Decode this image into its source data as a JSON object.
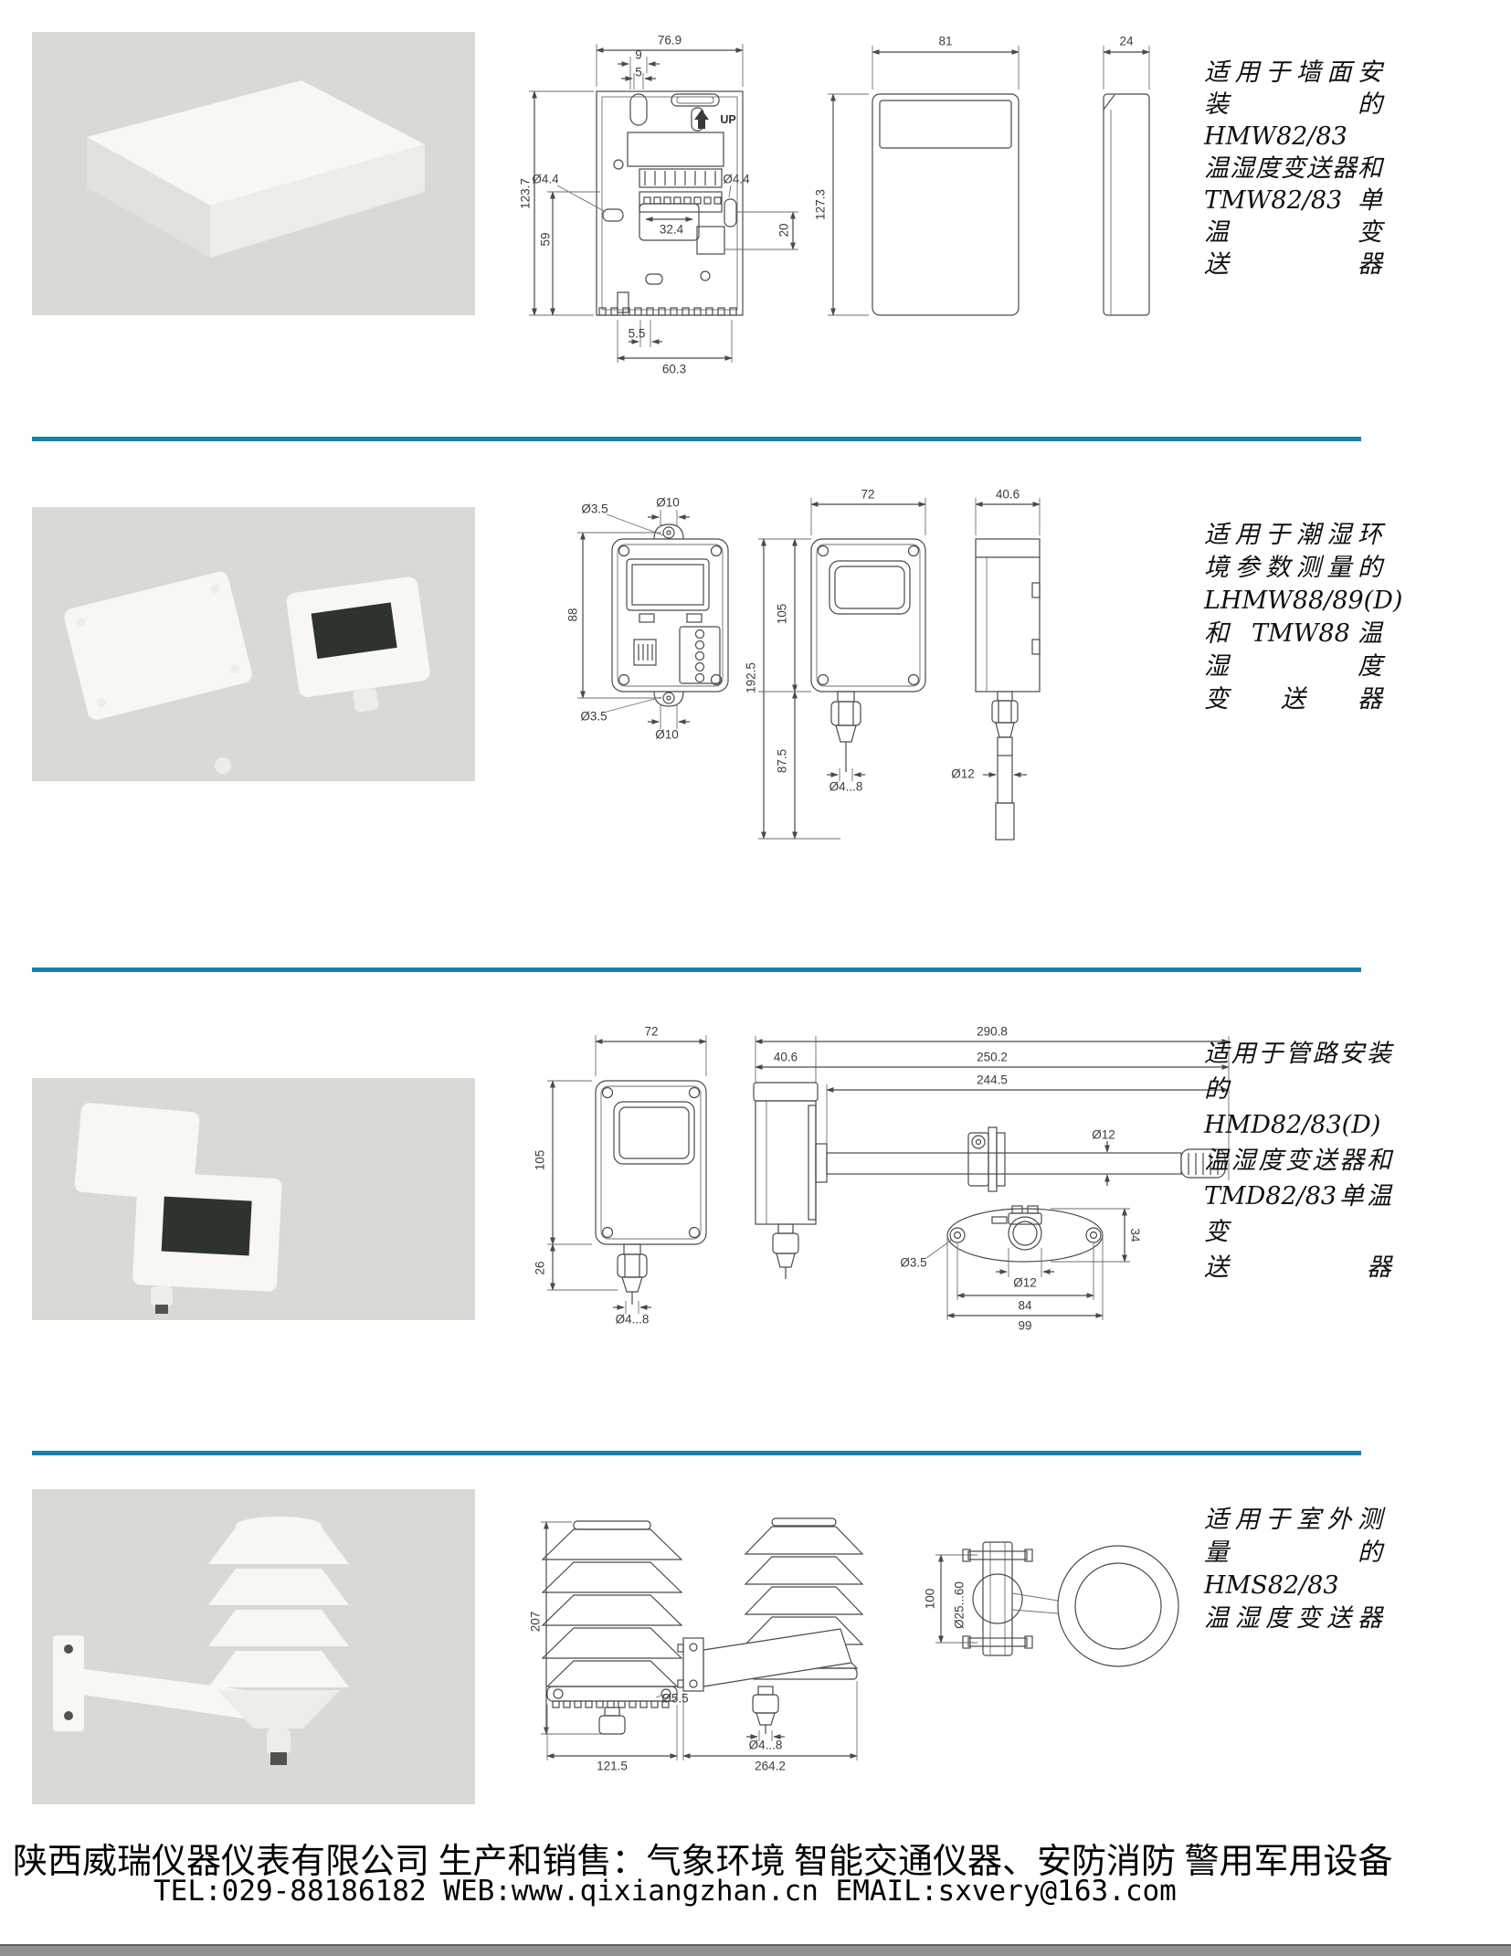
{
  "sections": {
    "s1": {
      "lines": [
        "适用于墙面安",
        "装的HMW82/83",
        "温湿度变送器和",
        "TMW82/83单温变",
        "送器"
      ],
      "up": "UP",
      "d": {
        "w769": "76.9",
        "d9": "9",
        "d5": "5",
        "h1237": "123.7",
        "d59": "59",
        "holeL": "Ø4.4",
        "holeR": "Ø4.4",
        "slot": "32.4",
        "d20": "20",
        "b55": "5.5",
        "b603": "60.3",
        "fw": "81",
        "fh": "127.3",
        "sw": "24"
      }
    },
    "s2": {
      "lines": [
        "适用于潮湿环",
        "境参数测量的",
        "LHMW88/89(D)",
        "和 TMW88温湿度",
        "变送器"
      ],
      "d": {
        "t35": "Ø3.5",
        "t10": "Ø10",
        "h88": "88",
        "b35": "Ø3.5",
        "b10": "Ø10",
        "w72": "72",
        "h105": "105",
        "h1925": "192.5",
        "h875": "87.5",
        "cable": "Ø4...8",
        "w406": "40.6",
        "probe": "Ø12"
      }
    },
    "s3": {
      "lines": [
        "适用于管路安装",
        "的HMD82/83(D)",
        "温湿度变送器和",
        "TMD82/83单温变",
        "送器"
      ],
      "d": {
        "w72": "72",
        "h105": "105",
        "h26": "26",
        "cable": "Ø4...8",
        "l2908": "290.8",
        "l2502": "250.2",
        "l2445": "244.5",
        "w406": "40.6",
        "probe": "Ø12",
        "f35": "Ø3.5",
        "f34": "34",
        "f12": "Ø12",
        "f84": "84",
        "f99": "99"
      }
    },
    "s4": {
      "lines": [
        "适用于室外测",
        "量的HMS82/83",
        "温湿度变送器"
      ],
      "d": {
        "h207": "207",
        "b1215": "121.5",
        "hole": "Ø5.5",
        "cable": "Ø4...8",
        "l2642": "264.2",
        "h100": "100",
        "clamp": "Ø25...60"
      }
    }
  },
  "footer": {
    "line1": "陕西威瑞仪器仪表有限公司 生产和销售：气象环境 智能交通仪器、安防消防 警用军用设备",
    "line2": "TEL:029-88186182 WEB:www.qixiangzhan.cn EMAIL:sxvery@163.com"
  },
  "colors": {
    "divider": "#1781a6",
    "photo_bg": "#d9d9d6"
  }
}
